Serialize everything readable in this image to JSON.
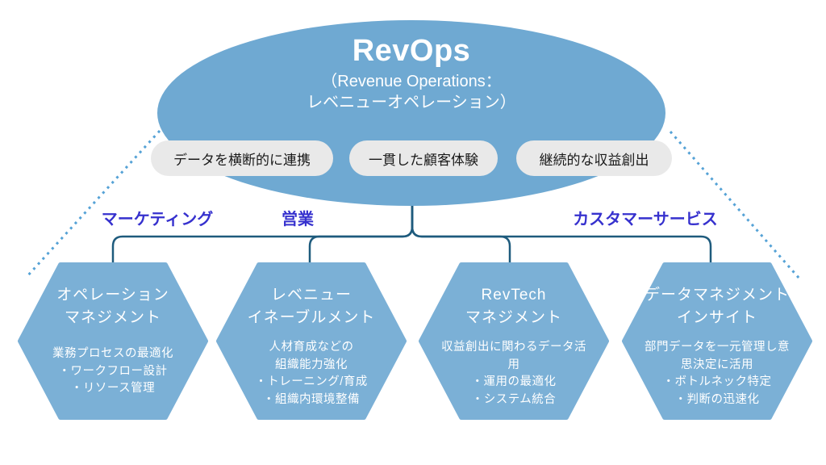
{
  "colors": {
    "ellipse_fill": "#6FA9D2",
    "hexagon_fill": "#7BB0D6",
    "pill_bg": "#E9E9E9",
    "pill_text": "#1A1A1A",
    "connector": "#1E5B7D",
    "dotted_line": "#55A2D6",
    "category_text": "#3631CE",
    "hexagon_text": "#FFFFFF"
  },
  "ellipse": {
    "title": "RevOps",
    "subtitle_lines": [
      "（Revenue Operations：",
      "レベニューオペレーション）"
    ]
  },
  "pills": [
    {
      "label": "データを横断的に連携"
    },
    {
      "label": "一貫した顧客体験"
    },
    {
      "label": "継続的な収益創出"
    }
  ],
  "categories": [
    {
      "label": "マーケティング"
    },
    {
      "label": "営業"
    },
    {
      "label": "カスタマーサービス"
    }
  ],
  "hexagons": [
    {
      "title_lines": [
        "オペレーション",
        "マネジメント"
      ],
      "body_lines": [
        "業務プロセスの最適化",
        "・ワークフロー設計",
        "・リソース管理"
      ]
    },
    {
      "title_lines": [
        "レベニュー",
        "イネーブルメント"
      ],
      "body_lines": [
        "人材育成などの",
        "組織能力強化",
        "・トレーニング/育成",
        "・組織内環境整備"
      ]
    },
    {
      "title_lines": [
        "RevTech",
        "マネジメント"
      ],
      "body_lines": [
        "収益創出に関わるデータ活",
        "用",
        "・運用の最適化",
        "・システム統合"
      ]
    },
    {
      "title_lines": [
        "データマネジメント",
        "インサイト"
      ],
      "body_lines": [
        "部門データを一元管理し意",
        "思決定に活用",
        "・ボトルネック特定",
        "・判断の迅速化"
      ]
    }
  ]
}
